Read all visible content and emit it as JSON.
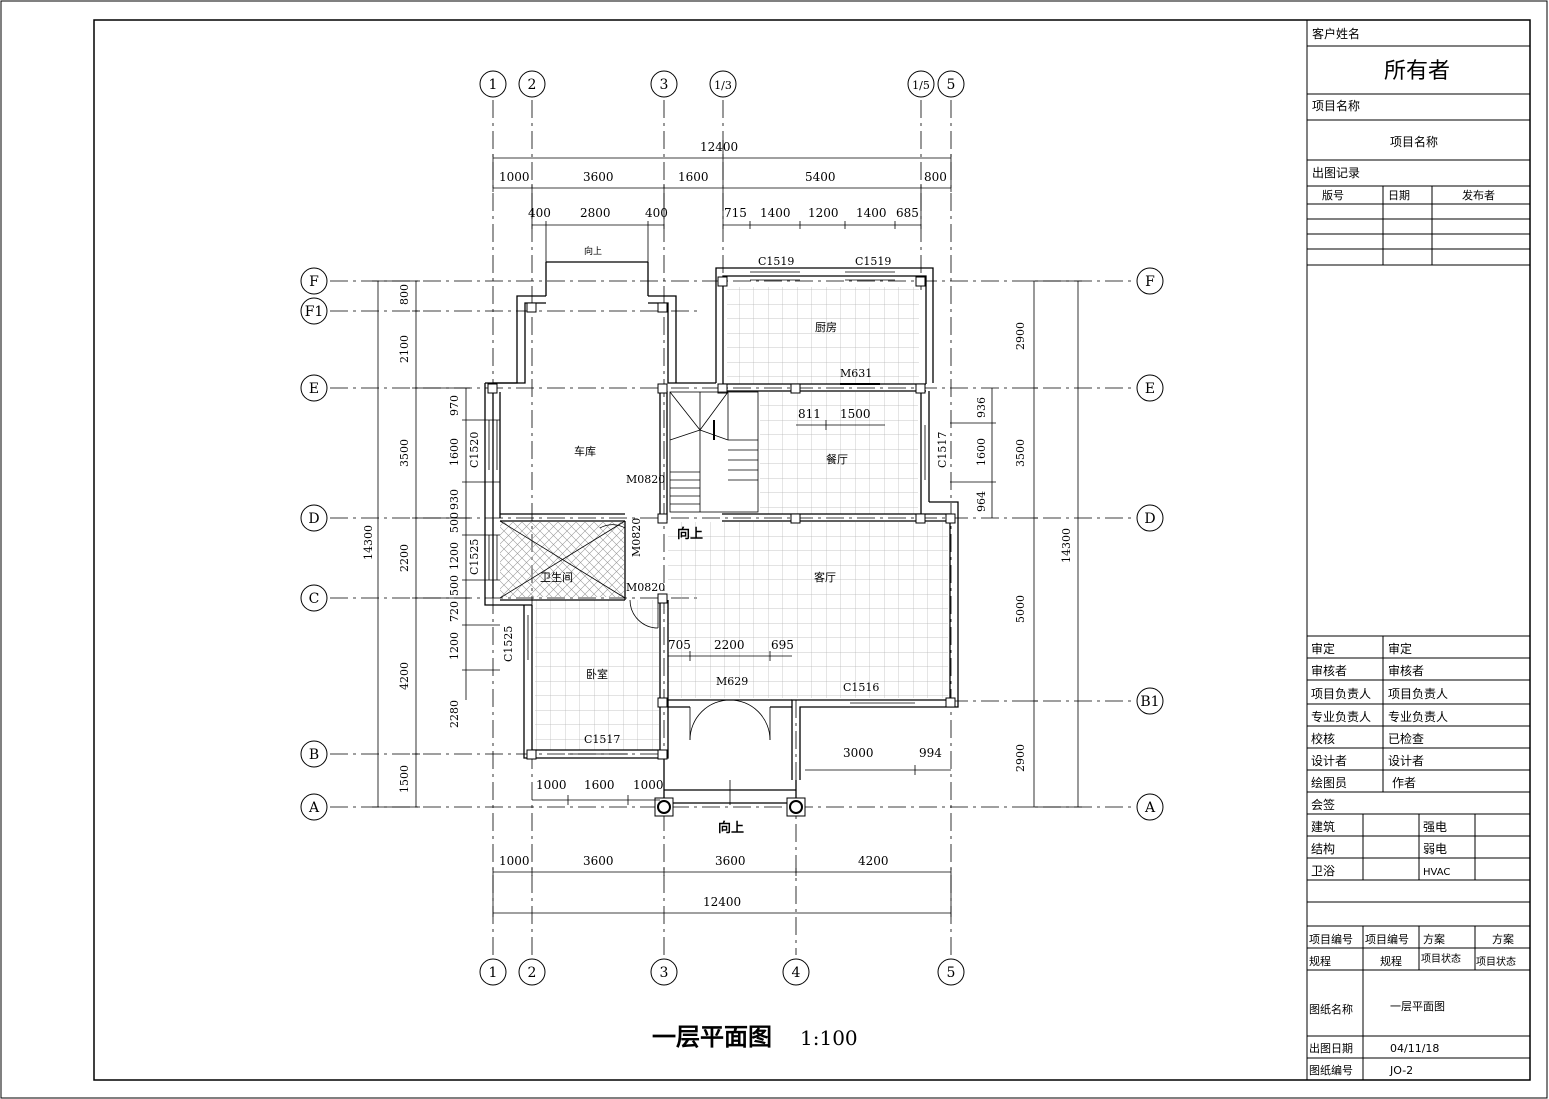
{
  "title_block": {
    "client_label": "客户姓名",
    "client_value": "所有者",
    "project_label": "项目名称",
    "project_value": "项目名称",
    "issue_record_label": "出图记录",
    "issue_headers": [
      "版号",
      "日期",
      "发布者"
    ],
    "rows": [
      {
        "label": "审定",
        "value": "审定"
      },
      {
        "label": "审核者",
        "value": "审核者"
      },
      {
        "label": "项目负责人",
        "value": "项目负责人"
      },
      {
        "label": "专业负责人",
        "value": "专业负责人"
      },
      {
        "label": "校核",
        "value": "已检查"
      },
      {
        "label": "设计者",
        "value": "设计者"
      },
      {
        "label": "绘图员",
        "value": "作者"
      }
    ],
    "countersign_label": "会签",
    "disciplines": [
      {
        "a": "建筑",
        "b": "强电"
      },
      {
        "a": "结构",
        "b": "弱电"
      },
      {
        "a": "卫浴",
        "b": "HVAC"
      }
    ],
    "project_no_label": "项目编号",
    "project_no_value": "项目编号",
    "scheme_label": "方案",
    "scheme_value": "方案",
    "phase_label": "规程",
    "phase_value": "规程",
    "status_label": "项目状态",
    "status_value": "项目状态",
    "drawing_name_label": "图纸名称",
    "drawing_name_value": "一层平面图",
    "date_label": "出图日期",
    "date_value": "04/11/18",
    "drawing_no_label": "图纸编号",
    "drawing_no_value": "JO-2"
  },
  "plan": {
    "title": "一层平面图",
    "scale": "1:100",
    "grid_top": [
      "1",
      "2",
      "3",
      "1/3",
      "1/5",
      "5"
    ],
    "grid_bottom": [
      "1",
      "2",
      "3",
      "4",
      "5"
    ],
    "grid_left": [
      "F",
      "F1",
      "E",
      "D",
      "C",
      "B",
      "A"
    ],
    "grid_right": [
      "F",
      "E",
      "D",
      "B1",
      "A"
    ],
    "dims_top_total": "12400",
    "dims_top_1": [
      "1000",
      "3600",
      "1600",
      "5400",
      "800"
    ],
    "dims_top_2a": [
      "400",
      "2800",
      "400"
    ],
    "dims_top_2b": [
      "715",
      "1400",
      "1200",
      "1400",
      "685"
    ],
    "dims_bottom_1": [
      "1000",
      "3600",
      "3600",
      "4200"
    ],
    "dims_bottom_total": "12400",
    "dims_left_outer": "14300",
    "dims_left_1": [
      "800",
      "2100",
      "3500",
      "2200",
      "4200",
      "1500"
    ],
    "dims_left_2": [
      "970",
      "1600",
      "930",
      "500",
      "1200",
      "500",
      "720",
      "1200",
      "2280"
    ],
    "dims_right_outer": "14300",
    "dims_right_1": [
      "2900",
      "3500",
      "5000",
      "2900"
    ],
    "dims_right_2": [
      "936",
      "1600",
      "964"
    ],
    "rooms": {
      "kitchen": "厨房",
      "garage": "车库",
      "dining": "餐厅",
      "living": "客厅",
      "bath": "卫生间",
      "bedroom": "卧室"
    },
    "up_label": "向上",
    "up_small": "向上",
    "windows": [
      "C1519",
      "C1519",
      "C1520",
      "C1525",
      "C1525",
      "C1517",
      "C1516",
      "C1517"
    ],
    "doors": [
      "M631",
      "M0820",
      "M0820",
      "M0820",
      "M629"
    ],
    "inner_dims": {
      "dining_a": "811",
      "dining_b": "1500",
      "liv_a": "705",
      "liv_b": "2200",
      "liv_c": "695",
      "bed_a": "1000",
      "bed_b": "1600",
      "bed_c": "1000",
      "porch_a": "3000",
      "porch_b": "994"
    }
  }
}
